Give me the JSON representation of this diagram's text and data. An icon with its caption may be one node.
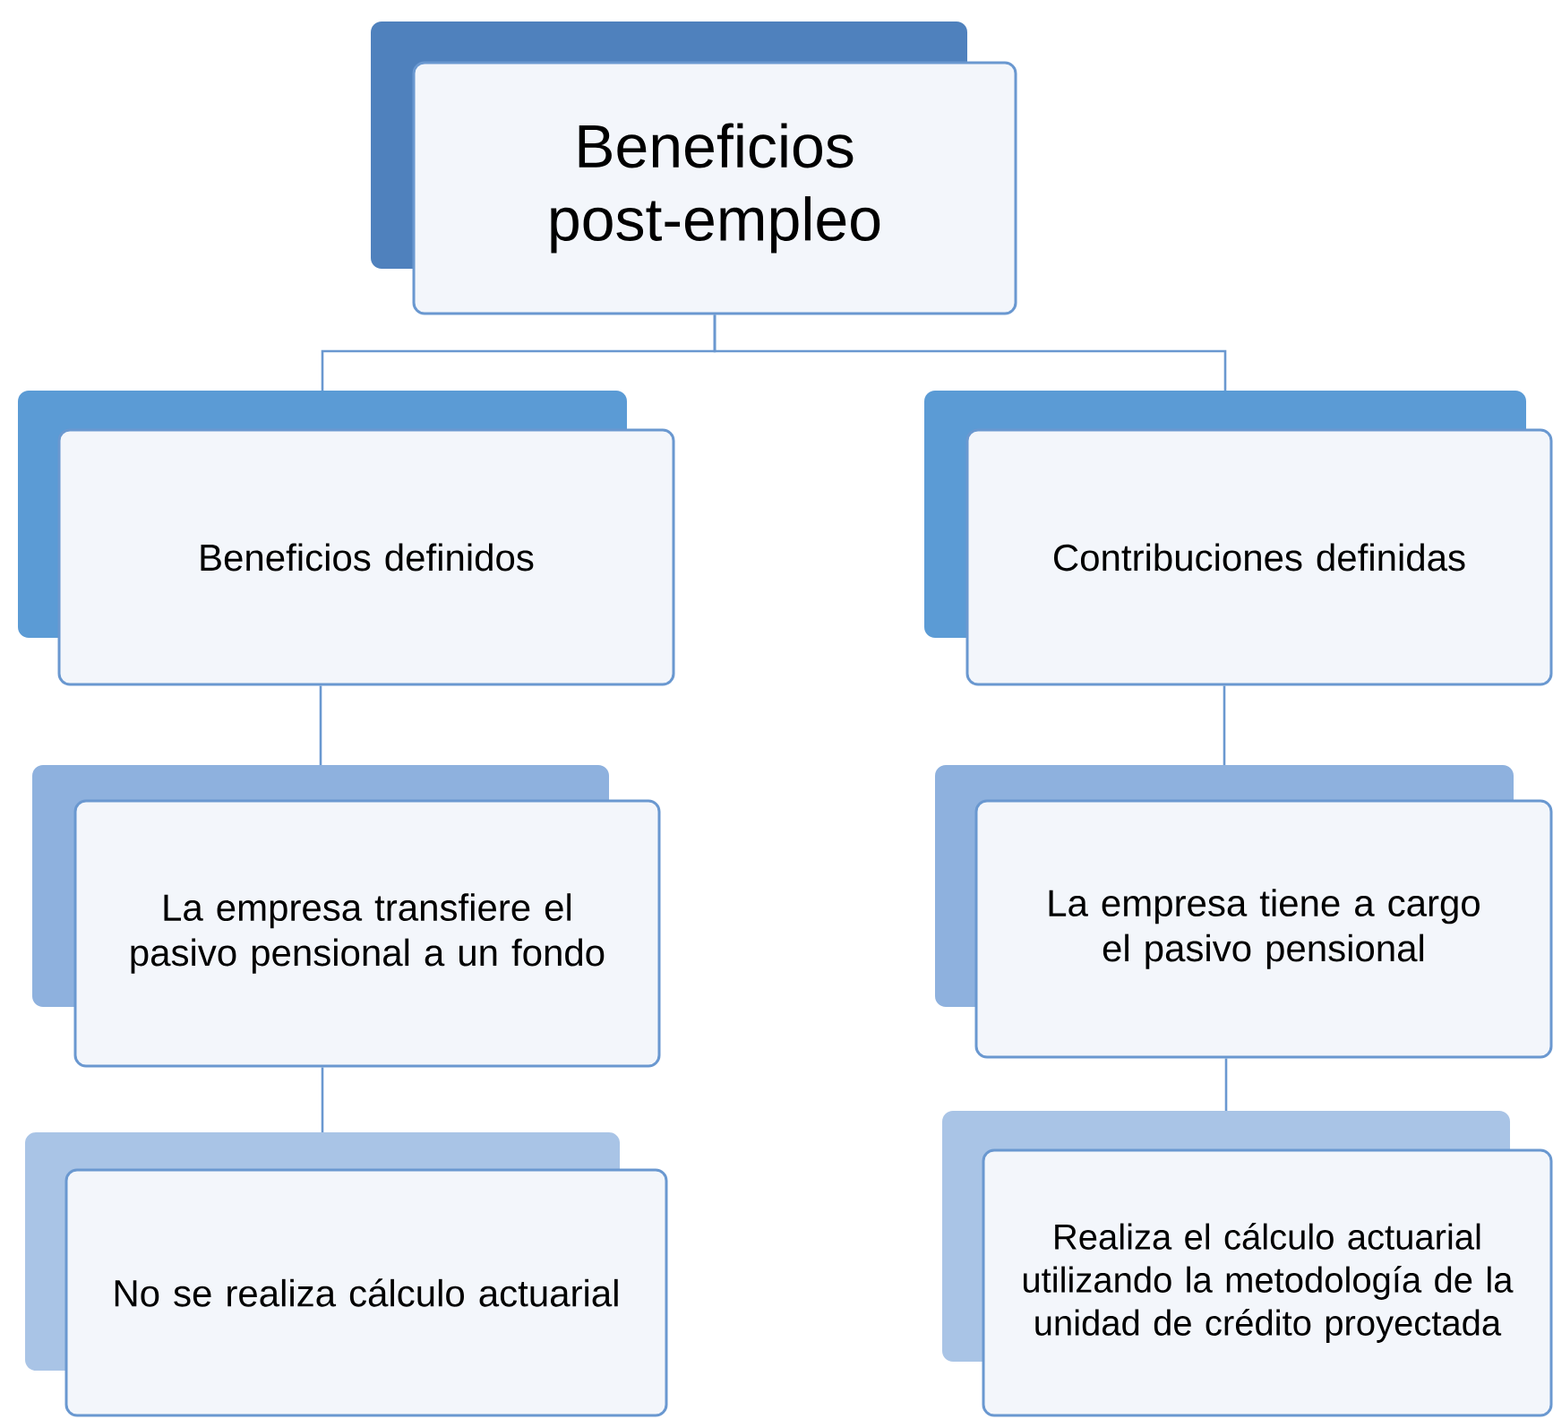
{
  "diagram": {
    "nodes": [
      {
        "text": [
          "Beneficios post-empleo"
        ]
      },
      {
        "text": [
          "Beneficios definidos"
        ]
      },
      {
        "text": [
          "Contribuciones definidas"
        ]
      },
      {
        "text": [
          "La empresa transfiere el pasivo pensional a un fondo"
        ]
      },
      {
        "text": [
          "La empresa tiene a cargo el pasivo pensional"
        ]
      },
      {
        "text": [
          "No se realiza cálculo actuarial"
        ]
      },
      {
        "text": [
          "Realiza el cálculo actuarial utilizando la metodología de la unidad de crédito proyectada"
        ]
      }
    ],
    "edges": [
      {
        "from": 0,
        "to": 1,
        "arrow": "none"
      },
      {
        "from": 0,
        "to": 2,
        "arrow": "none"
      },
      {
        "from": 1,
        "to": 3,
        "arrow": "none"
      },
      {
        "from": 2,
        "to": 4,
        "arrow": "none"
      },
      {
        "from": 3,
        "to": 5,
        "arrow": "none"
      },
      {
        "from": 4,
        "to": 6,
        "arrow": "none"
      }
    ]
  }
}
